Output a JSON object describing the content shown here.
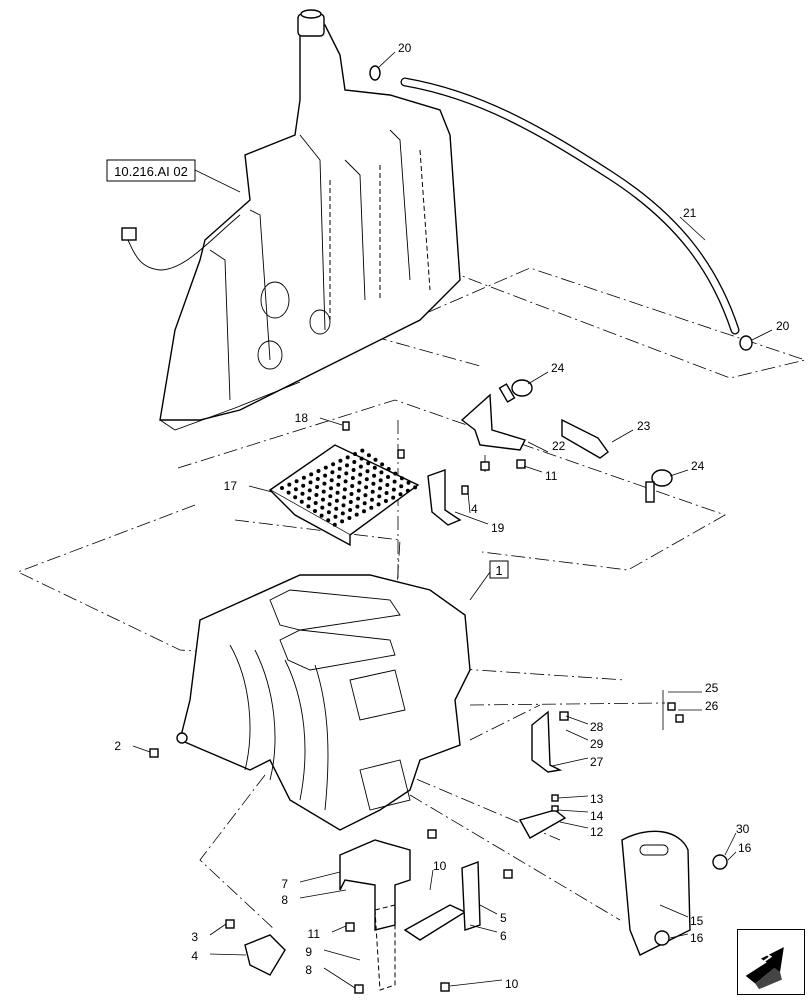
{
  "diagram": {
    "reference_label": "10.216.AI 02",
    "assembly_label": "1",
    "callouts": [
      "20",
      "20",
      "21",
      "24",
      "23",
      "24",
      "22",
      "11",
      "18",
      "17",
      "4",
      "19",
      "25",
      "26",
      "28",
      "29",
      "27",
      "2",
      "13",
      "14",
      "12",
      "30",
      "16",
      "7",
      "8",
      "10",
      "5",
      "11",
      "6",
      "9",
      "8",
      "10",
      "3",
      "4",
      "15",
      "16"
    ]
  },
  "nav": {
    "icon": "arrow-icon"
  }
}
